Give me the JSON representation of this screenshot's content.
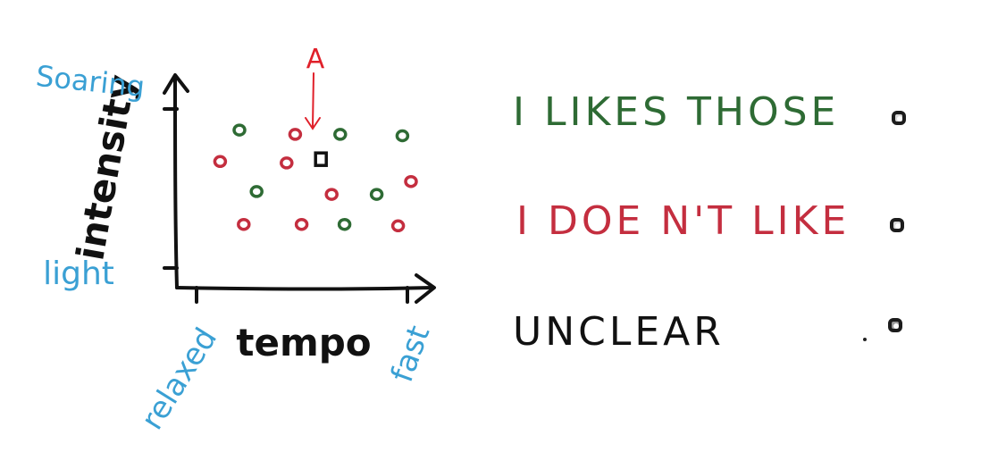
{
  "colors": {
    "like": "#2e6b34",
    "dislike": "#c42e3f",
    "axis_annotation": "#3aa0d4",
    "ink": "#111111",
    "marker": "#e0202a"
  },
  "axes": {
    "y_label": "intensity",
    "x_label": "tempo",
    "y_high": "Soaring",
    "y_low": "light",
    "x_low": "relaxed",
    "x_high": "fast"
  },
  "query_marker": {
    "label": "A"
  },
  "legend": [
    {
      "label": "I LIKES THOSE",
      "color": "#2e6b34",
      "selected": false
    },
    {
      "label": "I DOE N'T LIKE",
      "color": "#c42e3f",
      "selected": false
    },
    {
      "label": "UNCLEAR",
      "color": "#111111",
      "selected": true
    }
  ],
  "chart_data": {
    "type": "scatter",
    "xlabel": "tempo",
    "ylabel": "intensity",
    "xlim": [
      0,
      10
    ],
    "ylim": [
      0,
      10
    ],
    "series": [
      {
        "name": "I LIKES THOSE",
        "color": "#2e6b34",
        "points": [
          [
            2.0,
            8.4
          ],
          [
            6.7,
            8.1
          ],
          [
            9.6,
            8.0
          ],
          [
            2.8,
            4.1
          ],
          [
            8.4,
            3.9
          ],
          [
            6.9,
            1.8
          ]
        ]
      },
      {
        "name": "I DOE N'T LIKE",
        "color": "#c42e3f",
        "points": [
          [
            4.6,
            8.1
          ],
          [
            1.1,
            6.2
          ],
          [
            4.2,
            6.1
          ],
          [
            6.3,
            3.9
          ],
          [
            10.0,
            4.8
          ],
          [
            2.2,
            1.8
          ],
          [
            4.9,
            1.8
          ],
          [
            9.4,
            1.7
          ]
        ]
      },
      {
        "name": "UNCLEAR",
        "color": "#111111",
        "points": [
          [
            5.8,
            6.3
          ]
        ]
      }
    ]
  }
}
